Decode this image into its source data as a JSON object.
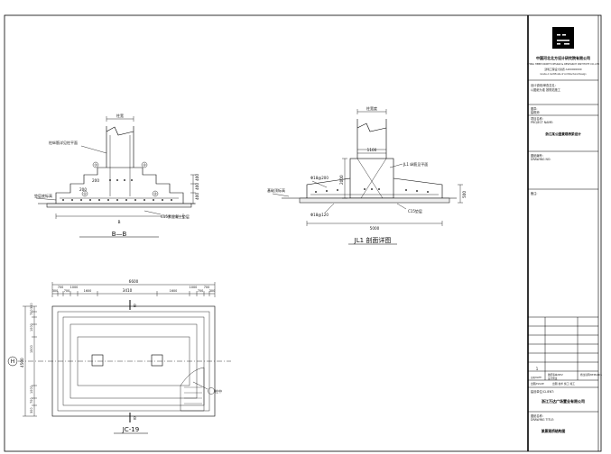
{
  "title_block": {
    "company_name": "中国河北北方设计研究院有限公司",
    "company_name_en": "CHINA HEBEI NORTH DESIGN & RESEARCH INSTITUTE CO.,LTD",
    "certificate": "建筑工程设计资质 A200000000",
    "certificate_en": "Grade A Certificate of Architectural Design",
    "designer_notes_label": "设计说明/审查意见:",
    "designer_notes_value": "以图纸为准 按规范施工",
    "stamp_label": "图章:",
    "stamp_value": "建筑师",
    "project_label": "项目名称:",
    "project_value": "PROJECT NAME:",
    "project_name": "浙江某公园景观桥梁设计",
    "drawing_no_label": "图纸编号:",
    "drawing_no_value": "DRAWING NO:",
    "notes_label": "备注:",
    "rev_no": "1",
    "rev_date_label": "日期/DATE:",
    "rev_desc_label": "图纸版本/REV:",
    "rev_desc_value": "设计修改",
    "rev_by_label": "修改说明/REMARKS",
    "issue_label": "出图/ISSUE",
    "issue_value": "出图 技术 施工 竣工",
    "client_label": "建设单位/CLIENT:",
    "client_name": "浙江万达广场置业有限公司",
    "drawing_title_label": "图纸名称:",
    "drawing_title_value": "DRAWING TITLE:",
    "drawing_title": "某景观桥结构图"
  },
  "section_bb": {
    "label": "B—B",
    "dim_top": "柱宽",
    "dim_bottom": "B",
    "dims_right": [
      "400",
      "400",
      "400"
    ],
    "dims_left": [
      "200",
      "200"
    ],
    "note_column": "柱纵筋详见柱平面",
    "note_ground": "垫层底标高",
    "note_concrete": "C15素混凝土垫层",
    "markers": [
      "③",
      "④",
      "①",
      "②"
    ]
  },
  "section_jl1": {
    "label": "JL1 剖面详图",
    "dim_top": "柱宽度",
    "dim_width": "1100",
    "dim_height": "2000",
    "dim_right": "500",
    "dim_bottom": "5000",
    "rebar_top": "Φ18@200",
    "rebar_bottom": "Φ18@120",
    "note_beam": "JL1 纵筋见平面",
    "note_ground": "基础顶标高",
    "note_concrete": "C15垫层"
  },
  "plan_jc19": {
    "label": "JC-19",
    "dim_top_total": "6600",
    "dim_top_mid": "3410",
    "dims_top_left": [
      "300",
      "700",
      "700",
      "1000",
      "1600"
    ],
    "dims_top_right": [
      "1600",
      "1000",
      "700",
      "700",
      "300"
    ],
    "dims_left": [
      "300",
      "700",
      "1000",
      "1500",
      "1000",
      "700",
      "300"
    ],
    "dim_left_total": "4500",
    "axis_label": "H",
    "section_mark_top": "B",
    "section_mark_bottom": "B",
    "corner_mark": "柱中"
  }
}
